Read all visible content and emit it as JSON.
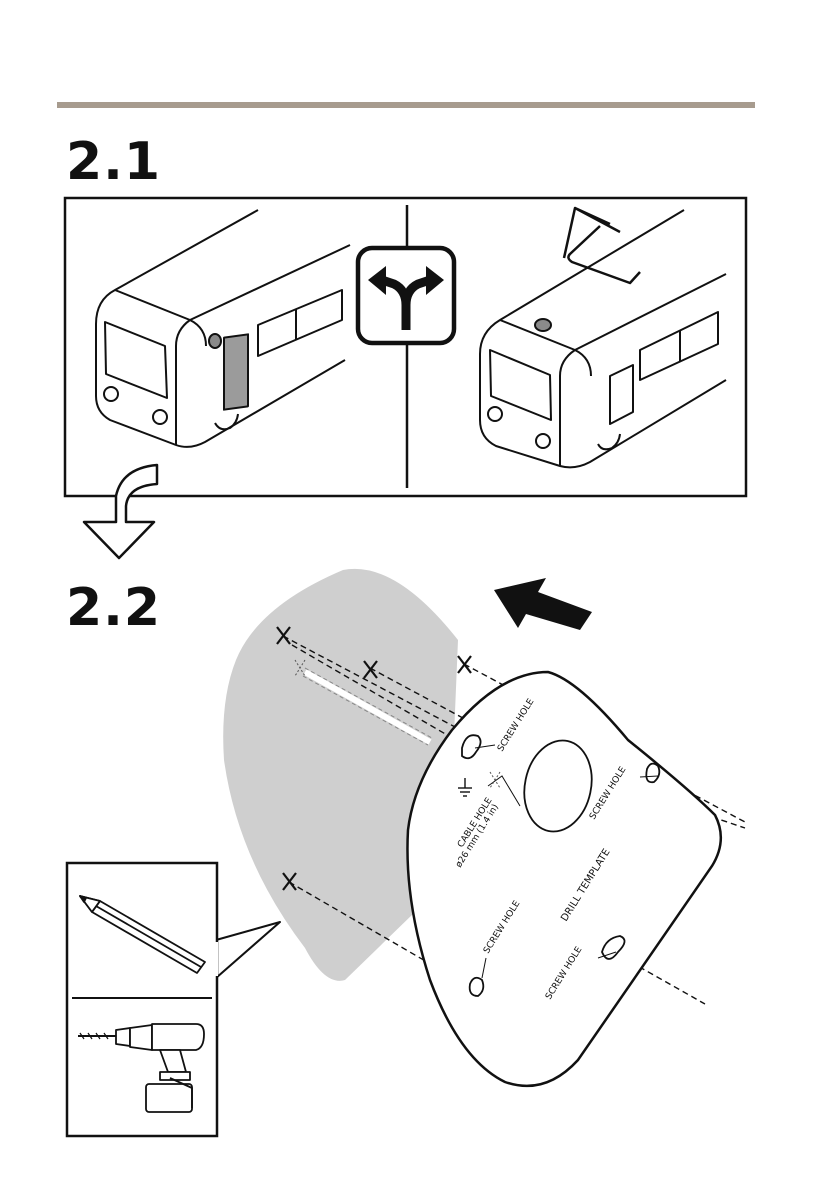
{
  "colors": {
    "rule": "#a79b8e",
    "ink": "#111111",
    "shade": "#cfcfcf",
    "panel": "#9b9b9b"
  },
  "steps": [
    {
      "number": "2.1"
    },
    {
      "number": "2.2"
    }
  ],
  "template": {
    "screw_hole_label": "SCREW HOLE",
    "cable_hole_label": "CABLE HOLE",
    "cable_hole_size": "ø26 mm (1.4 in)",
    "title": "DRILL TEMPLATE"
  },
  "icons": {
    "choice": "split-arrows-icon",
    "flow": "curved-down-arrow-icon",
    "direction": "direction-arrow-icon",
    "tools": [
      "pencil-icon",
      "drill-icon"
    ],
    "ground": "ground-symbol-icon"
  }
}
